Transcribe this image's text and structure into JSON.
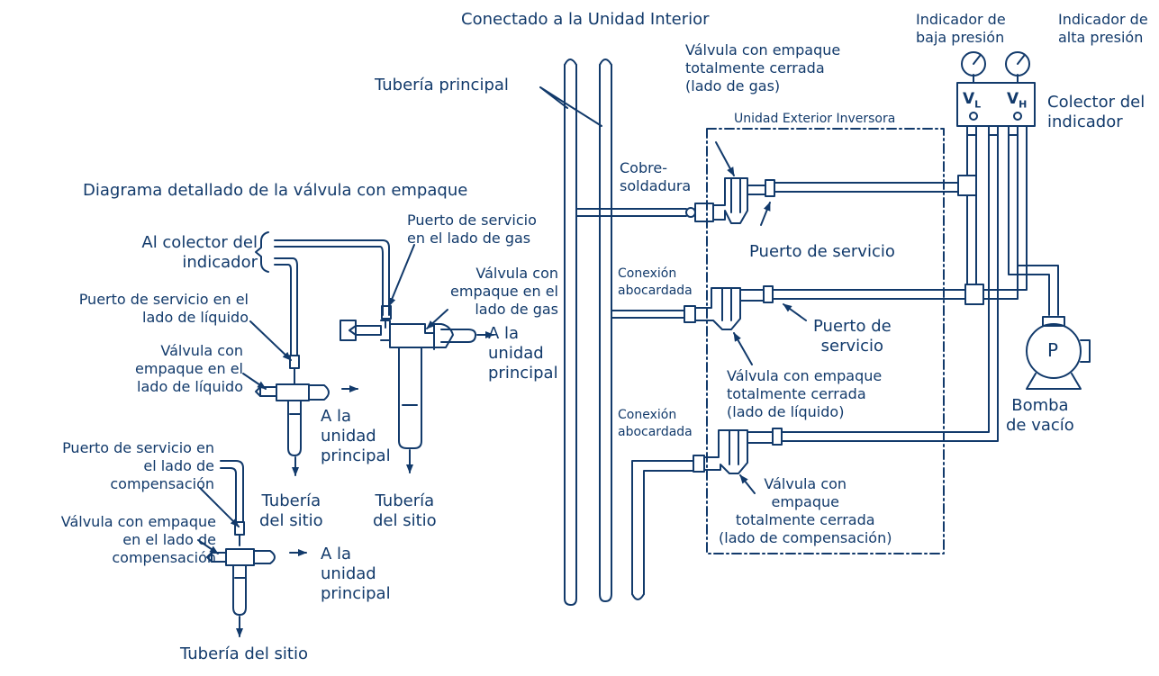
{
  "labels": {
    "connected_indoor": "Conectado a la Unidad Interior",
    "main_pipe": "Tubería principal",
    "valve_closed_gas": "Válvula con empaque\ntotalmente cerrada\n(lado de gas)",
    "outdoor_unit": "Unidad Exterior Inversora",
    "low_gauge": "Indicador de\nbaja presión",
    "high_gauge": "Indicador de\nalta presión",
    "gauge_manifold": "Colector del\nindicador",
    "brazing": "Cobre-\nsoldadura",
    "service_port_1": "Puerto de servicio",
    "flare_1": "Conexión\nabocardada",
    "service_port_2": "Puerto de\nservicio",
    "valve_closed_liquid": "Válvula con empaque\ntotalmente cerrada\n(lado de líquido)",
    "vacuum_pump": "Bomba\nde vacío",
    "flare_2": "Conexión\nabocardada",
    "valve_closed_comp": "Válvula con\nempaque\ntotalmente cerrada\n(lado de compensación)",
    "detail_title": "Diagrama detallado de la válvula con empaque",
    "to_manifold": "Al colector del\nindicador",
    "service_gas": "Puerto de servicio\nen el lado de gas",
    "valve_gas": "Válvula con\nempaque en el\nlado de gas",
    "service_liquid": "Puerto de servicio en el\nlado de líquido",
    "valve_liquid": "Válvula con\nempaque en el\nlado de líquido",
    "to_main_1": "A la\nunidad\nprincipal",
    "to_main_2": "A la\nunidad\nprincipal",
    "to_main_3": "A la\nunidad\nprincipal",
    "site_pipe_1": "Tubería\ndel sitio",
    "site_pipe_2": "Tubería\ndel sitio",
    "service_comp": "Puerto de servicio en\nel lado de\ncompensación",
    "valve_comp": "Válvula con empaque\nen el lado de\ncompensación",
    "site_pipe_3": "Tubería del sitio"
  },
  "gauge_marks": {
    "low": "V",
    "low_sub": "L",
    "high": "V",
    "high_sub": "H",
    "pump": "P"
  },
  "colors": {
    "line": "#123a6b",
    "text": "#123a6b",
    "background": "#ffffff"
  }
}
